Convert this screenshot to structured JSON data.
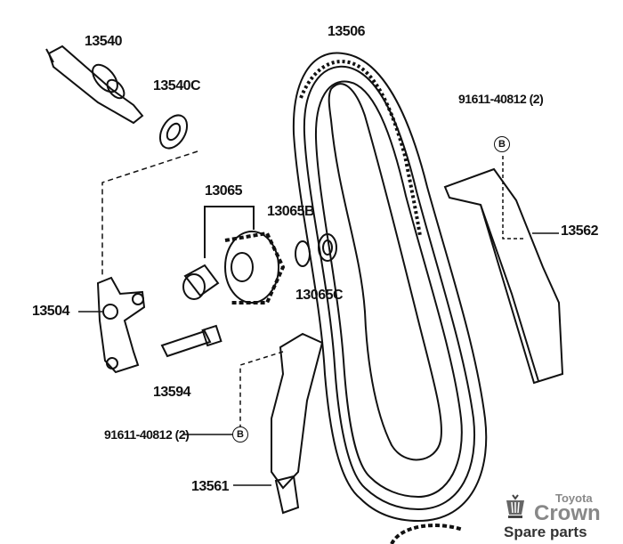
{
  "parts": {
    "p13540": "13540",
    "p13540c": "13540C",
    "p13506": "13506",
    "bolt_top": "91611-40812 (2)",
    "p13562": "13562",
    "p13065": "13065",
    "p13065b": "13065B",
    "p13065c": "13065C",
    "p13504": "13504",
    "p13594": "13594",
    "bolt_bottom": "91611-40812 (2)",
    "p13561": "13561"
  },
  "markers": {
    "bolt_ref": "B"
  },
  "logo": {
    "brand": "Toyota",
    "model": "Crown",
    "tagline": "Spare parts"
  }
}
